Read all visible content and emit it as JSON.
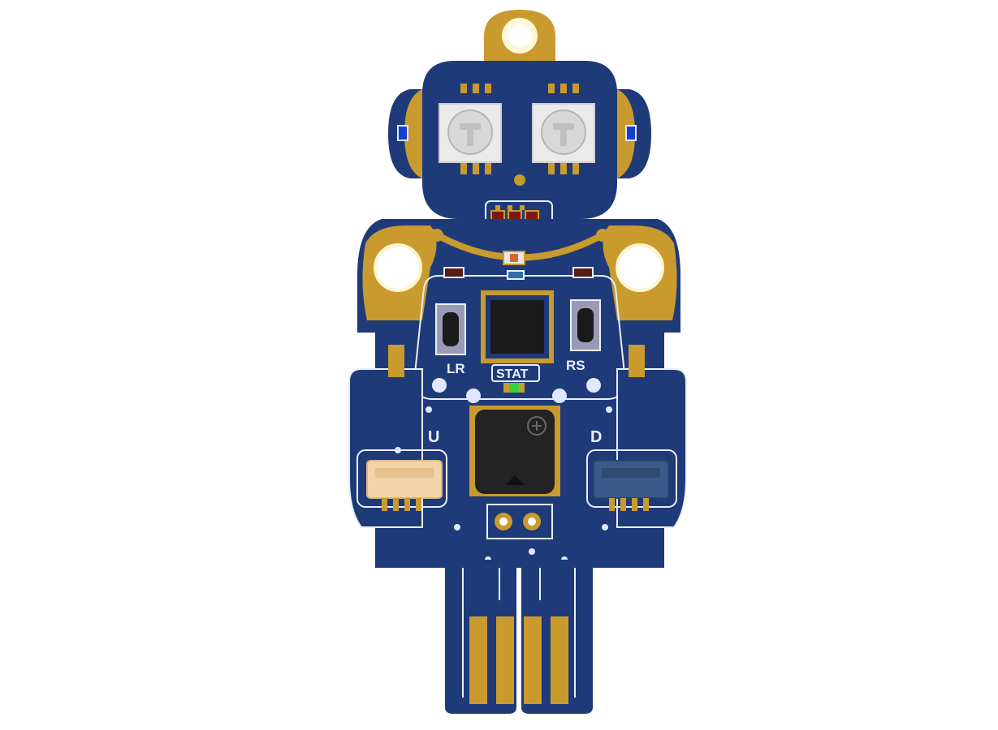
{
  "board": {
    "colors": {
      "background": "#ffffff",
      "solder_mask": "#1f3a78",
      "mask_dark": "#172d5e",
      "gold": "#c99a2e",
      "silkscreen": "#e8f0fb",
      "chip": "#1a1a1a",
      "connector_left": "#f2d4a8",
      "connector_right": "#3b5a8a",
      "led_green": "#38d03a",
      "mouth_leds": "#7a1a14"
    },
    "labels": {
      "left_button": "LR",
      "right_button": "RS",
      "status_led": "STAT",
      "left_connector": "U",
      "right_connector": "D"
    },
    "icons": {
      "hang_hole": "mounting-hole-icon",
      "eyes": "rgb-led-icon",
      "buzzer": "buzzer-icon"
    }
  }
}
